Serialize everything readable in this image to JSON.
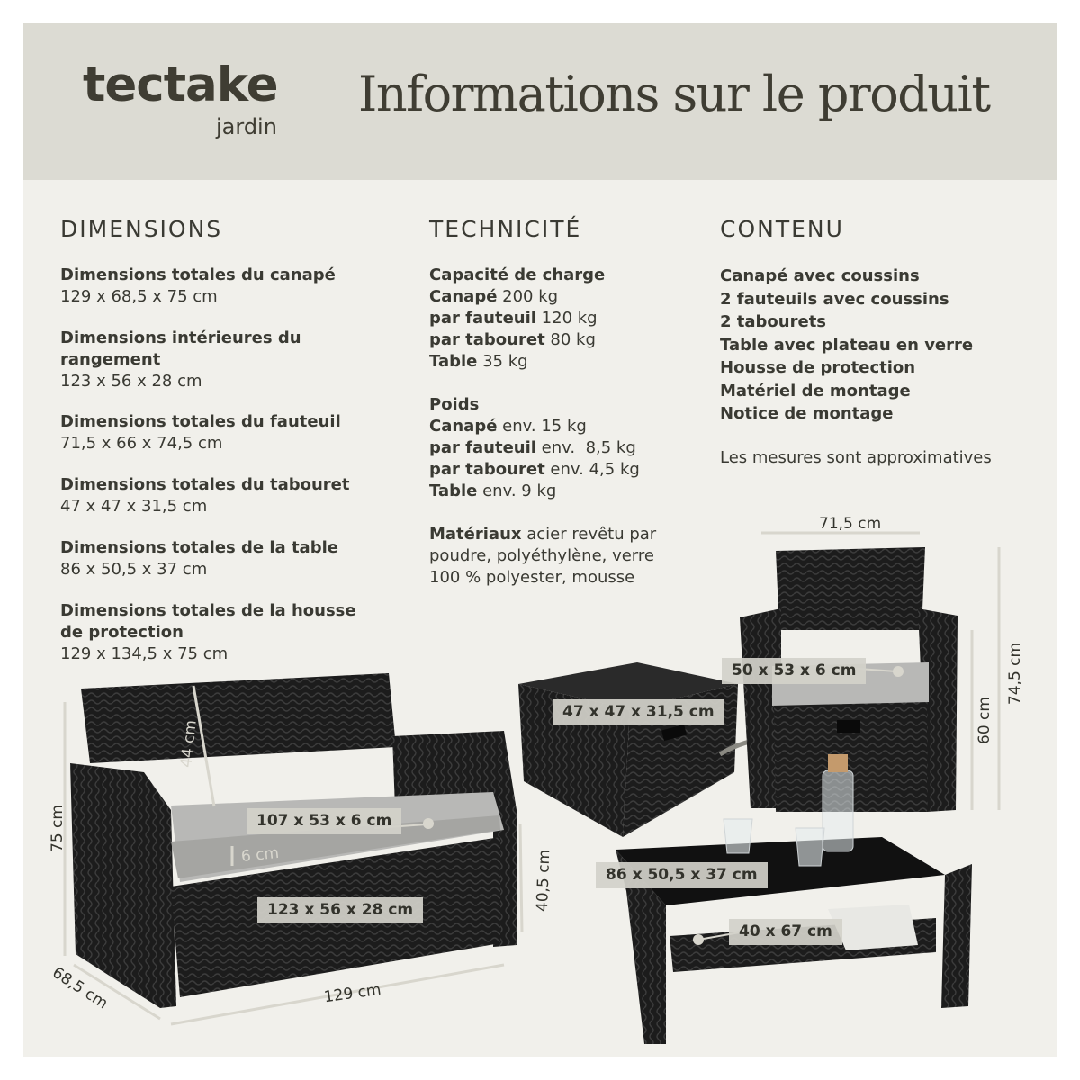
{
  "header": {
    "brand_name": "tectake",
    "brand_sub": "jardin",
    "title": "Informations sur le produit"
  },
  "dimensions": {
    "heading": "DIMENSIONS",
    "items": [
      {
        "label": "Dimensions totales du canapé",
        "value": "129 x 68,5 x 75 cm"
      },
      {
        "label_1": "Dimensions intérieures du",
        "label_2": "rangement",
        "value": "123 x 56 x 28 cm"
      },
      {
        "label": "Dimensions totales du fauteuil",
        "value": "71,5 x 66 x 74,5 cm"
      },
      {
        "label": "Dimensions totales du tabouret",
        "value": "47 x 47 x 31,5 cm"
      },
      {
        "label": "Dimensions totales de la table",
        "value": "86 x 50,5 x 37 cm"
      },
      {
        "label_1": "Dimensions totales de la housse",
        "label_2": "de protection",
        "value": "129 x 134,5 x 75 cm"
      }
    ]
  },
  "technicite": {
    "heading": "TECHNICITÉ",
    "capacity": {
      "title": "Capacité de charge",
      "rows": [
        {
          "k": "Canapé",
          "v": "200 kg"
        },
        {
          "k": "par fauteuil",
          "v": "120 kg"
        },
        {
          "k": "par tabouret",
          "v": "80 kg"
        },
        {
          "k": "Table",
          "v": "35 kg"
        }
      ]
    },
    "weight": {
      "title": "Poids",
      "rows": [
        {
          "k": "Canapé",
          "v": "env. 15 kg"
        },
        {
          "k": "par fauteuil",
          "v": "env.  8,5 kg"
        },
        {
          "k": "par tabouret",
          "v": "env. 4,5 kg"
        },
        {
          "k": "Table",
          "v": "env. 9 kg"
        }
      ]
    },
    "materials": {
      "k": "Matériaux",
      "v1": "acier revêtu par",
      "v2": "poudre, polyéthylène, verre",
      "v3": "100 % polyester, mousse"
    }
  },
  "contenu": {
    "heading": "CONTENU",
    "items": [
      "Canapé avec coussins",
      "2 fauteuils avec coussins",
      "2 tabourets",
      "Table avec plateau en verre",
      "Housse de protection",
      "Matériel de montage",
      "Notice de montage"
    ],
    "note": "Les mesures sont approximatives"
  },
  "illustration": {
    "sofa": {
      "height": "75 cm",
      "depth": "68,5 cm",
      "width": "129 cm",
      "back": "44 cm",
      "cushion_thick": "6 cm",
      "front_height": "40,5 cm",
      "cushion": "107 x 53 x 6 cm",
      "storage": "123 x 56 x 28 cm"
    },
    "stool": {
      "label": "47 x 47 x 31,5 cm"
    },
    "armchair": {
      "width": "71,5 cm",
      "cushion": "50 x 53 x 6 cm",
      "seat_height": "60 cm",
      "height": "74,5 cm"
    },
    "table": {
      "label": "86 x 50,5 x 37 cm",
      "shelf": "40 x 67 cm"
    },
    "colors": {
      "wicker": "#1c1c1c",
      "cushion": "#b8b8b6",
      "label_bg": "#d2d1ca",
      "header_bg": "#dcdbd3",
      "page_bg": "#f1f0eb"
    }
  }
}
